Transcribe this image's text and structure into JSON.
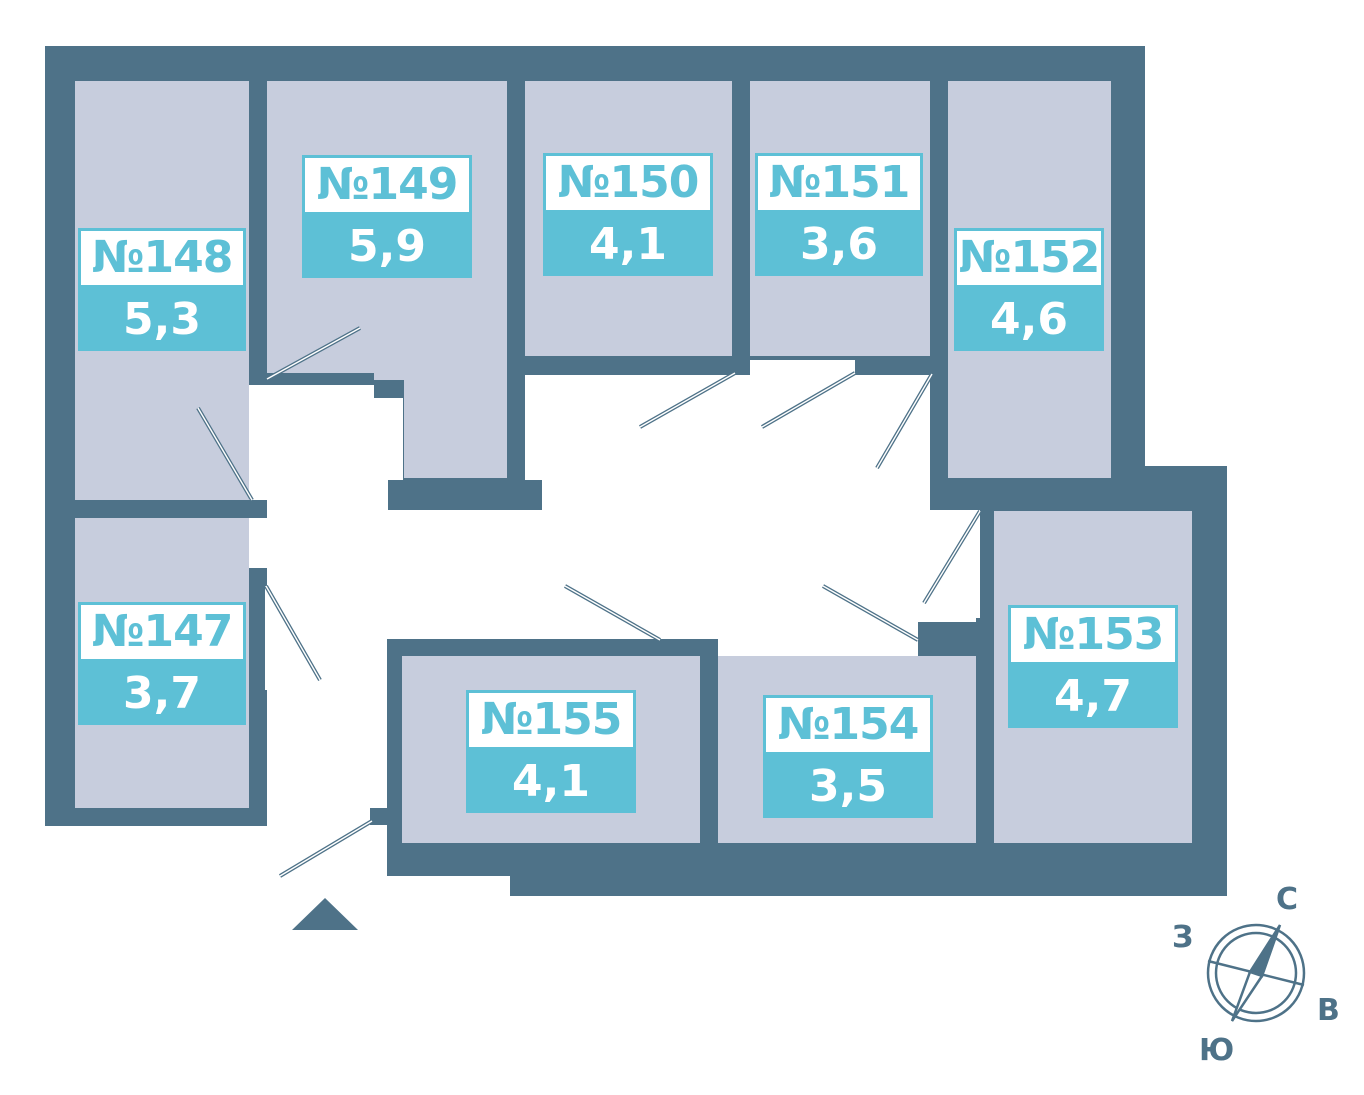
{
  "colors": {
    "wall": "#4e7288",
    "room": "#c7cddd",
    "label_accent": "#5dc0d6",
    "corridor": "#ffffff"
  },
  "units": [
    {
      "number": "№147",
      "area": "3,7"
    },
    {
      "number": "№148",
      "area": "5,3"
    },
    {
      "number": "№149",
      "area": "5,9"
    },
    {
      "number": "№150",
      "area": "4,1"
    },
    {
      "number": "№151",
      "area": "3,6"
    },
    {
      "number": "№152",
      "area": "4,6"
    },
    {
      "number": "№153",
      "area": "4,7"
    },
    {
      "number": "№154",
      "area": "3,5"
    },
    {
      "number": "№155",
      "area": "4,1"
    }
  ],
  "entrance_icon": "entrance-triangle-icon",
  "compass": {
    "north": "С",
    "east": "В",
    "south": "Ю",
    "west": "З",
    "icon": "compass-icon"
  }
}
